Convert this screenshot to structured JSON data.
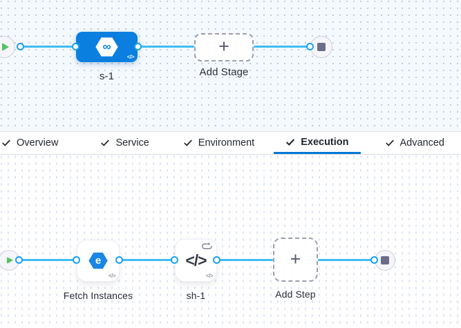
{
  "colors": {
    "connector_line": "#3fbcf4",
    "port_ring": "#18a0f4",
    "stage_blue": "#0b7fe0",
    "active_tab_underline": "#0278d5",
    "play_green": "#53c264",
    "canvas_top_bg": "#f3f9fd"
  },
  "glyphs": {
    "plus": "+",
    "code": "</>",
    "infinity": "∞",
    "elastigroup_e": "e"
  },
  "stage_pipeline": {
    "stage_name": "s-1",
    "add_stage_label": "Add Stage"
  },
  "tabs": [
    {
      "label": "Overview",
      "checked": true,
      "active": false
    },
    {
      "label": "Service",
      "checked": true,
      "active": false
    },
    {
      "label": "Environment",
      "checked": true,
      "active": false
    },
    {
      "label": "Execution",
      "checked": true,
      "active": true
    },
    {
      "label": "Advanced",
      "checked": true,
      "active": false
    }
  ],
  "execution": {
    "steps": [
      {
        "name": "Fetch Instances",
        "icon": "elastigroup-icon",
        "loop": false
      },
      {
        "name": "sh-1",
        "icon": "shell-script-icon",
        "loop": true
      }
    ],
    "add_step_label": "Add Step"
  }
}
